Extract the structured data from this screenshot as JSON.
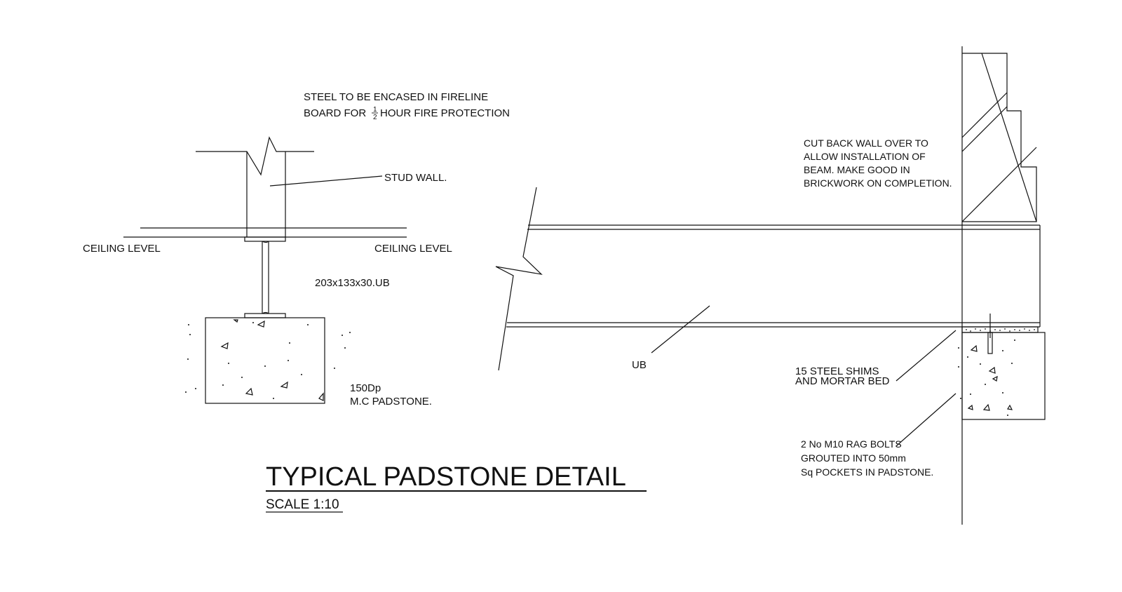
{
  "notes": {
    "fire_line1": "STEEL TO BE ENCASED IN FIRELINE",
    "fire_line2_pre": "BOARD FOR",
    "fire_frac_num": "1",
    "fire_frac_den": "2",
    "fire_line2_post": "HOUR FIRE PROTECTION",
    "stud_wall": "STUD WALL.",
    "ceiling_left": "CEILING LEVEL",
    "ceiling_right": "CEILING LEVEL",
    "beam_size": "203x133x30.UB",
    "padstone_1": "150Dp",
    "padstone_2": "M.C PADSTONE.",
    "cutback_1": "CUT BACK WALL OVER TO",
    "cutback_2": "ALLOW INSTALLATION OF",
    "cutback_3": "BEAM.  MAKE GOOD IN",
    "cutback_4": "BRICKWORK ON COMPLETION.",
    "ub": "UB",
    "shims_1": "15 STEEL SHIMS",
    "shims_2": "AND MORTAR BED",
    "bolts_1": "2 No M10 RAG BOLTS",
    "bolts_2": "GROUTED INTO 50mm",
    "bolts_3": "Sq POCKETS IN PADSTONE."
  },
  "title": {
    "main": "TYPICAL PADSTONE DETAIL",
    "scale": "SCALE 1:10"
  }
}
